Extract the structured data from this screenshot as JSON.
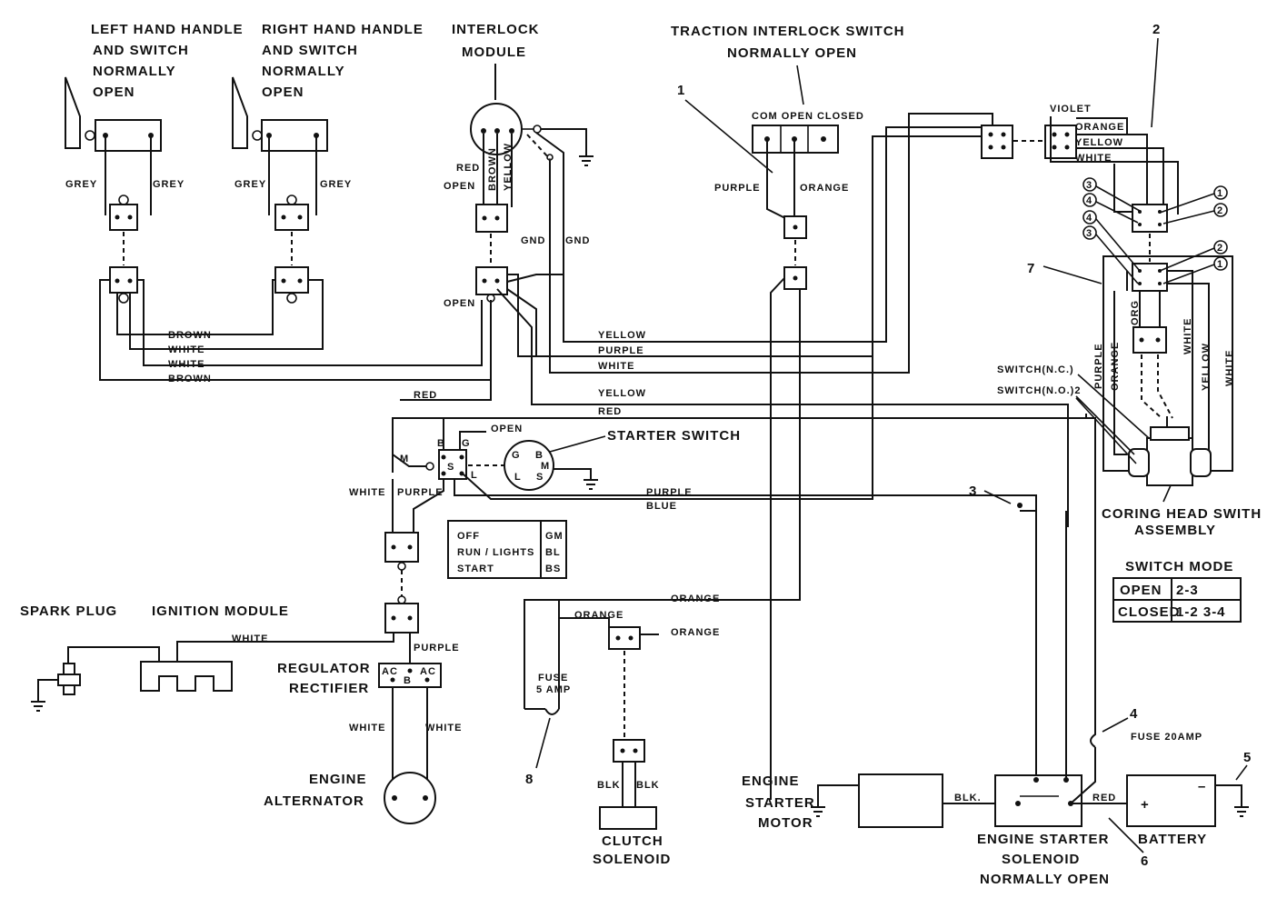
{
  "title": "",
  "components": {
    "left_handle": [
      "LEFT HAND HANDLE",
      "AND SWITCH",
      "NORMALLY",
      "OPEN"
    ],
    "right_handle": [
      "RIGHT HAND HANDLE",
      "AND SWITCH",
      "NORMALLY",
      "OPEN"
    ],
    "interlock_module": [
      "INTERLOCK",
      "MODULE"
    ],
    "traction_switch": [
      "TRACTION INTERLOCK SWITCH",
      "NORMALLY OPEN"
    ],
    "traction_terminals": "COM OPEN CLOSED",
    "starter_switch": "STARTER SWITCH",
    "spark_plug": "SPARK PLUG",
    "ignition_module": "IGNITION MODULE",
    "regulator": [
      "REGULATOR",
      "RECTIFIER"
    ],
    "alternator": [
      "ENGINE",
      "ALTERNATOR"
    ],
    "clutch": [
      "CLUTCH",
      "SOLENOID"
    ],
    "starter_motor": [
      "ENGINE",
      "STARTER",
      "MOTOR"
    ],
    "starter_solenoid": [
      "ENGINE STARTER",
      "SOLENOID",
      "NORMALLY OPEN"
    ],
    "battery": "BATTERY",
    "coring_head": [
      "CORING HEAD SWITH",
      "ASSEMBLY"
    ],
    "fuse5": [
      "FUSE",
      "5 AMP"
    ],
    "fuse20": "FUSE 20AMP",
    "switch_nc": "SWITCH(N.C.)",
    "switch_no": "SWITCH(N.O.)2"
  },
  "wires": {
    "grey": "GREY",
    "red": "RED",
    "open": "OPEN",
    "brown": "BROWN",
    "yellow": "YELLOW",
    "gnd": "GND",
    "purple": "PURPLE",
    "orange": "ORANGE",
    "white": "WHITE",
    "violet": "VIOLET",
    "blue": "BLUE",
    "blk": "BLK",
    "blk_dot": "BLK.",
    "org": "ORG"
  },
  "starter_terms": {
    "m": "M",
    "b": "B",
    "g": "G",
    "s": "S",
    "l": "L",
    "ac": "AC",
    "plus": "+",
    "minus": "–"
  },
  "starter_table": [
    {
      "mode": "OFF",
      "code": "GM"
    },
    {
      "mode": "RUN / LIGHTS",
      "code": "BL"
    },
    {
      "mode": "START",
      "code": "BS"
    }
  ],
  "switch_mode": {
    "title": "SWITCH MODE",
    "rows": [
      {
        "mode": "OPEN",
        "contacts": "2-3"
      },
      {
        "mode": "CLOSED",
        "contacts": "1-2 3-4"
      }
    ]
  },
  "callouts": [
    "1",
    "2",
    "3",
    "4",
    "5",
    "6",
    "7",
    "8"
  ],
  "pins": [
    "1",
    "2",
    "3",
    "4"
  ]
}
